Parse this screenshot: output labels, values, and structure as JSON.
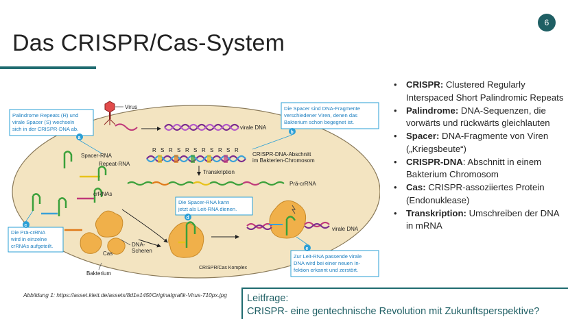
{
  "slide": {
    "number": "6",
    "title": "Das CRISPR/Cas-System"
  },
  "figure": {
    "labels": {
      "virus": "Virus",
      "virale_dna_top": "virale DNA",
      "crispr_section": "CRISPR-DNA-Abschnitt",
      "crispr_section_2": "im Bakterien-Chromosom",
      "transkription": "Transkription",
      "pra_crrna": "Prä-crRNA",
      "spacer_rna": "Spacer-RNA",
      "repeat_rna": "Repeat-RNA",
      "crrnas": "crRNAs",
      "cas": "Cas",
      "dna_scheren_1": "DNA-",
      "dna_scheren_2": "Scheren",
      "komplex": "CRISPR/Cas Komplex",
      "virale_dna_right": "virale DNA",
      "bakterium": "Bakterium",
      "rs_sequence": [
        "R",
        "S",
        "R",
        "S",
        "R",
        "S",
        "R",
        "S",
        "R",
        "S",
        "R"
      ]
    },
    "callouts": {
      "a": {
        "badge": "a",
        "lines": [
          "Palindrome Repeats (R) und",
          "virale Spacer (S) wechseln",
          "sich in der CRISPR-DNA ab."
        ]
      },
      "b": {
        "badge": "b",
        "lines": [
          "Die Spacer sind DNA-Fragmente",
          "verschiedener Viren, denen das",
          "Bakterium schon begegnet ist."
        ]
      },
      "c": {
        "badge": "c",
        "lines": [
          "Die Prä-crRNA",
          "wird in einzelne",
          "crRNAs aufgeteilt."
        ]
      },
      "d": {
        "badge": "d",
        "lines": [
          "Die Spacer-RNA kann",
          "jetzt als Leit-RNA dienen."
        ]
      },
      "e": {
        "badge": "e",
        "lines": [
          "Zur Leit-RNA passende virale",
          "DNA wird bei einer neuen In-",
          "fektion erkannt und zerstört."
        ]
      }
    }
  },
  "bullets": [
    {
      "term": "CRISPR:",
      "text": " Clustered Regularly Interspaced Short Palindromic Repeats"
    },
    {
      "term": "Palindrome:",
      "text": " DNA-Sequenzen, die vorwärts und rückwärts gleichlauten"
    },
    {
      "term": "Spacer:",
      "text": " DNA-Fragmente von Viren („Kriegsbeute“)"
    },
    {
      "term": "CRISPR-DNA",
      "text": ": Abschnitt in einem Bakterium Chromosom"
    },
    {
      "term": "Cas:",
      "text": " CRISPR-assoziiertes Protein (Endonuklease)"
    },
    {
      "term": "Transkription:",
      "text": " Umschreiben der DNA in mRNA"
    }
  ],
  "caption": "Abbildung 1: https://asset.klett.de/assets/8d1e145f/Originalgrafik-Virus-710px.jpg",
  "leitfrage": {
    "line1": "Leitfrage:",
    "line2": "CRISPR- eine gentechnische Revolution mit Zukunftsperspektive?"
  },
  "colors": {
    "accent": "#1f6b70",
    "cell": "#f2e3bf",
    "cell_border": "#8a7a5a",
    "callout_border": "#2a9fd6",
    "callout_text": "#1c7fc0",
    "dna_purple": "#7b2d8e",
    "rna_green": "#3aa03a",
    "rna_yellow": "#e8c21a",
    "rna_orange": "#e07a1a",
    "cas_orange": "#f0b04a",
    "virus_red": "#c0392b"
  }
}
